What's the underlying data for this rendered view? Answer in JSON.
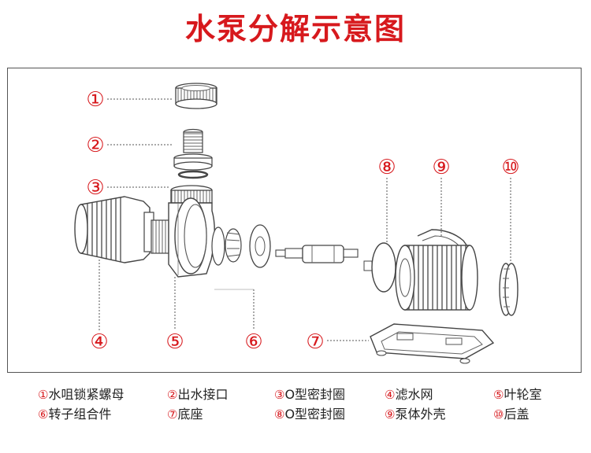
{
  "title": "水泵分解示意图",
  "accent_color": "#d7191d",
  "markers": [
    "①",
    "②",
    "③",
    "④",
    "⑤",
    "⑥",
    "⑦",
    "⑧",
    "⑨",
    "⑩"
  ],
  "legend": [
    {
      "num": "①",
      "text": "水咀锁紧螺母"
    },
    {
      "num": "②",
      "text": "出水接口"
    },
    {
      "num": "③",
      "text": "O型密封圈"
    },
    {
      "num": "④",
      "text": "滤水网"
    },
    {
      "num": "⑤",
      "text": "叶轮室"
    },
    {
      "num": "⑥",
      "text": "转子组合件"
    },
    {
      "num": "⑦",
      "text": "底座"
    },
    {
      "num": "⑧",
      "text": "O型密封圈"
    },
    {
      "num": "⑨",
      "text": "泵体外壳"
    },
    {
      "num": "⑩",
      "text": "后盖"
    }
  ]
}
